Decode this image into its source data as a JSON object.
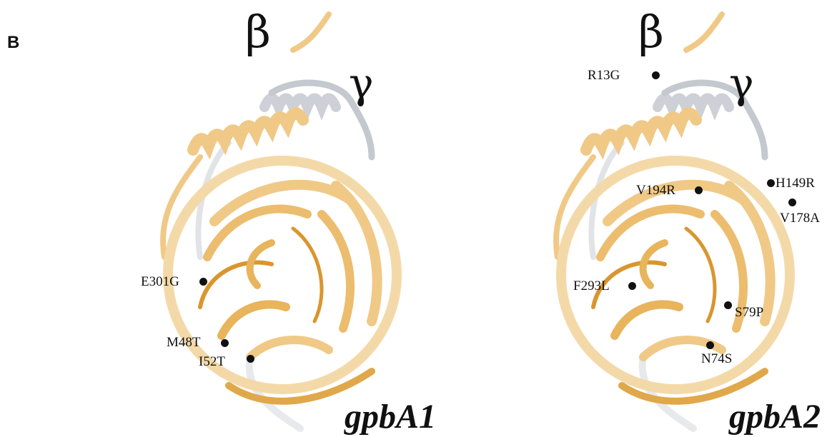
{
  "panel_label": "B",
  "subunit_labels": {
    "beta": "β",
    "gamma": "γ"
  },
  "panels": [
    {
      "gene": "gpbA1",
      "mutations": [
        "E301G",
        "M48T",
        "I52T"
      ]
    },
    {
      "gene": "gpbA2",
      "mutations": [
        "R13G",
        "V194R",
        "H149R",
        "V178A",
        "F293L",
        "S79P",
        "N74S"
      ]
    }
  ],
  "colors": {
    "beta_ribbon": "#f0c987",
    "beta_ribbon_dark": "#d9962f",
    "gamma_ribbon": "#c4c8cf",
    "text": "#111111"
  }
}
